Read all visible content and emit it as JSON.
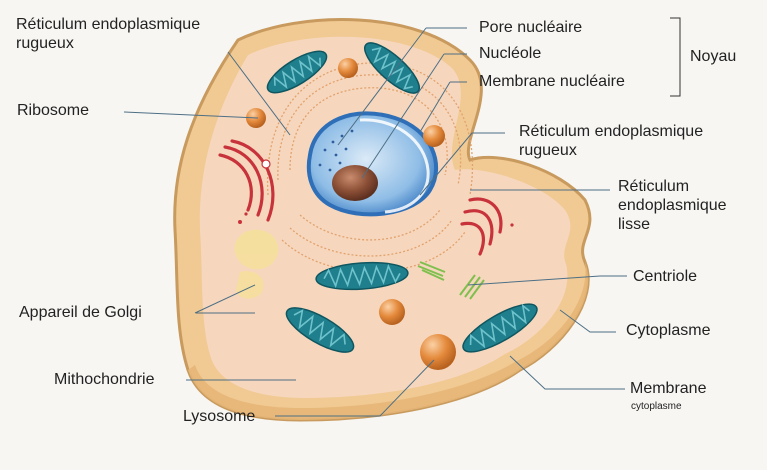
{
  "labels": {
    "rer_left": "Réticulum endoplasmique\nrugueux",
    "ribosome": "Ribosome",
    "golgi": "Appareil de Golgi",
    "mitochondrie": "Mithochondrie",
    "lysosome": "Lysosome",
    "pore": "Pore nucléaire",
    "nucleole": "Nucléole",
    "membrane_nucleaire": "Membrane nucléaire",
    "noyau": "Noyau",
    "rer_right": "Réticulum endoplasmique\nrugueux",
    "rel": "Réticulum\nendoplasmique\nlisse",
    "centriole": "Centriole",
    "cytoplasme": "Cytoplasme",
    "membrane": "Membrane",
    "membrane_sub": "cytoplasme"
  },
  "colors": {
    "cell_outer": "#f1c993",
    "cell_inner": "#f6d7bd",
    "cell_edge": "#c89a5e",
    "nucleus_blue": "#5b95d2",
    "nucleolus": "#8a4e35",
    "mito_fill": "#1f7f8c",
    "lysosome": "#e48a3c",
    "rer_red": "#c8333b",
    "centriole": "#7fbf4e",
    "leader": "#4d6f85",
    "text": "#222222"
  }
}
